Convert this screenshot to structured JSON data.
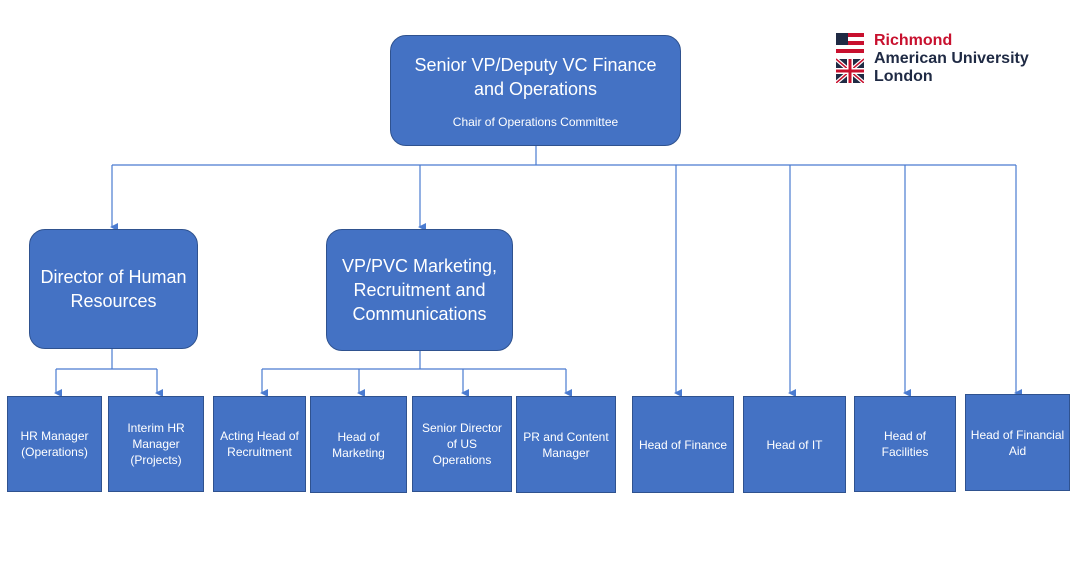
{
  "top": {
    "title": "Senior VP/Deputy VC Finance and Operations",
    "subtitle": "Chair of Operations Committee"
  },
  "director_hr": {
    "label": "Director of Human Resources"
  },
  "vp_marketing": {
    "label": "VP/PVC Marketing, Recruitment and Communications"
  },
  "hr_reports": [
    {
      "label": "HR Manager (Operations)"
    },
    {
      "label": "Interim HR Manager (Projects)"
    }
  ],
  "marketing_reports": [
    {
      "label": "Acting Head of Recruitment"
    },
    {
      "label": "Head of Marketing"
    },
    {
      "label": "Senior Director of US Operations"
    },
    {
      "label": "PR and Content Manager"
    }
  ],
  "direct_reports": [
    {
      "label": "Head of Finance"
    },
    {
      "label": "Head of IT"
    },
    {
      "label": "Head of Facilities"
    },
    {
      "label": "Head of Financial Aid"
    }
  ],
  "logo": {
    "line1": "Richmond",
    "line2": "American University",
    "line3": "London"
  },
  "colors": {
    "box_fill": "#4472c4",
    "box_border": "#2f528f",
    "connector": "#4a7bd0",
    "logo_red": "#c8102e",
    "logo_navy": "#1f2a44"
  }
}
